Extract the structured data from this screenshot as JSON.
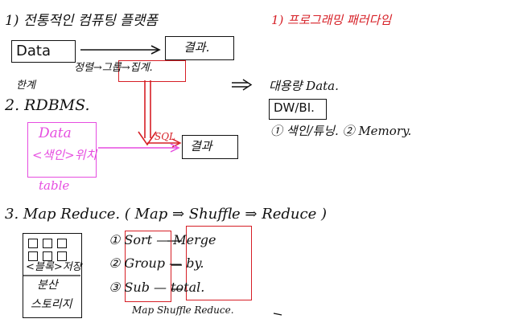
{
  "notes": {
    "heading1": "1) 전통적인 컴퓨팅 플랫폼",
    "heading1_red": "1) 프로그래밍 패러다임",
    "data_box": "Data",
    "result_box": "결과.",
    "process": "정렬→그룹→집계.",
    "limit": "한계",
    "bigdata": "대용량 Data.",
    "dwbi": "DW/BI.",
    "heading2": "2. RDBMS.",
    "needs": "① 색인/튜닝. ② Memory.",
    "db_line1": "Data",
    "db_line2": "<색인>위치",
    "db_caption": "table",
    "sql_label": "SQL",
    "result_box2": "결과",
    "heading3": "3. Map Reduce. ( Map ⇒ Shuffle ⇒ Reduce )",
    "storage_caption": "<블록>저장",
    "storage_line2": "분산",
    "storage_line3": "스토리지",
    "steps": [
      "① Sort — Merge",
      "② Group — by.",
      "③ Sub — total."
    ],
    "footer": "Map  Shuffle      Reduce."
  },
  "colors": {
    "ink": "#111111",
    "red": "#d61f26",
    "magenta": "#e64de0"
  }
}
